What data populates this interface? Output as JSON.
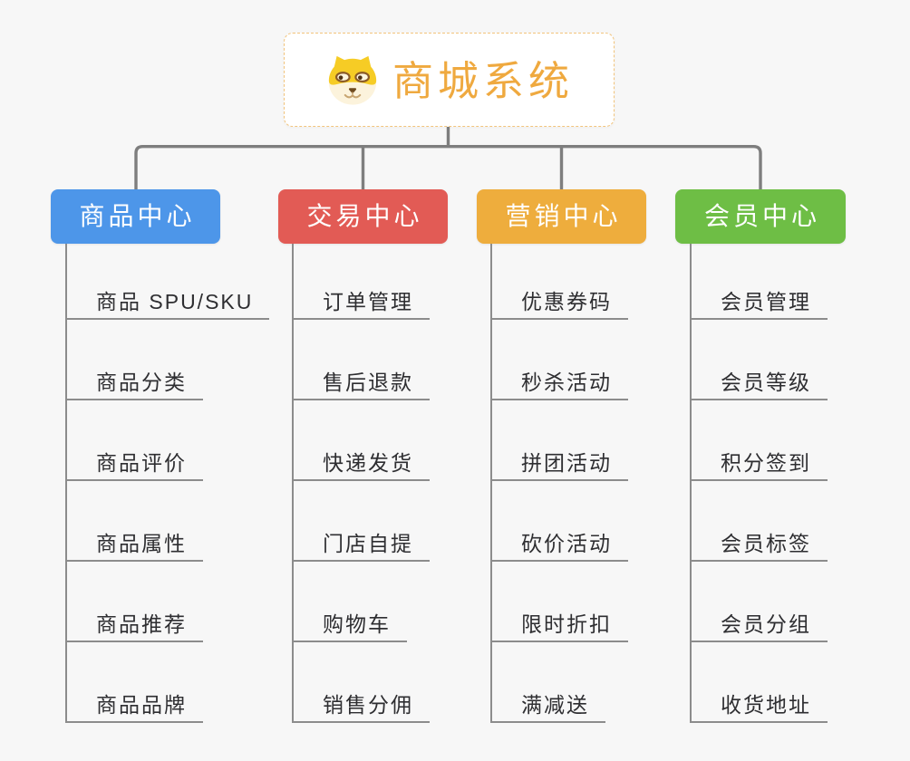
{
  "canvas": {
    "background": "#F7F7F7",
    "connector_color": "#7E7E7E",
    "underline_color": "#8C8C8C"
  },
  "root": {
    "title": "商城系统",
    "icon": "shiba-dog-icon",
    "text_color": "#EFA93F",
    "border_color": "#F2C47C"
  },
  "branches": [
    {
      "id": "product-center",
      "label": "商品中心",
      "color": "#4D96E9",
      "items": [
        "商品 SPU/SKU",
        "商品分类",
        "商品评价",
        "商品属性",
        "商品推荐",
        "商品品牌"
      ]
    },
    {
      "id": "trade-center",
      "label": "交易中心",
      "color": "#E25B55",
      "items": [
        "订单管理",
        "售后退款",
        "快递发货",
        "门店自提",
        "购物车",
        "销售分佣"
      ]
    },
    {
      "id": "marketing-center",
      "label": "营销中心",
      "color": "#EEAD3D",
      "items": [
        "优惠券码",
        "秒杀活动",
        "拼团活动",
        "砍价活动",
        "限时折扣",
        "满减送"
      ]
    },
    {
      "id": "member-center",
      "label": "会员中心",
      "color": "#6EBE45",
      "items": [
        "会员管理",
        "会员等级",
        "积分签到",
        "会员标签",
        "会员分组",
        "收货地址"
      ]
    }
  ]
}
